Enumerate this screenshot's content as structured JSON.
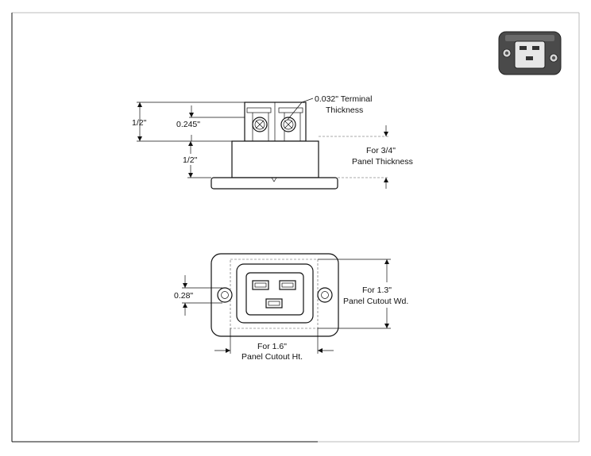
{
  "colors": {
    "line": "#111111",
    "body_fill": "#ffffff",
    "photo_body": "#4a4a4a",
    "photo_insert": "#e6e6e6"
  },
  "photo": {
    "icon": "connector-photo-icon"
  },
  "side_view": {
    "terminal_thickness_line1": "0.032\" Terminal",
    "terminal_thickness_line2": "Thickness",
    "total_half_inch": "1/2\"",
    "terminal_offset": "0.245\"",
    "lower_half_inch": "1/2\"",
    "panel_thickness_line1": "For 3/4\"",
    "panel_thickness_line2": "Panel Thickness"
  },
  "front_view": {
    "hole_offset": "0.28\"",
    "cutout_width_line1": "For 1.3\"",
    "cutout_width_line2": "Panel Cutout Wd.",
    "cutout_height_line1": "For 1.6\"",
    "cutout_height_line2": "Panel Cutout Ht."
  }
}
